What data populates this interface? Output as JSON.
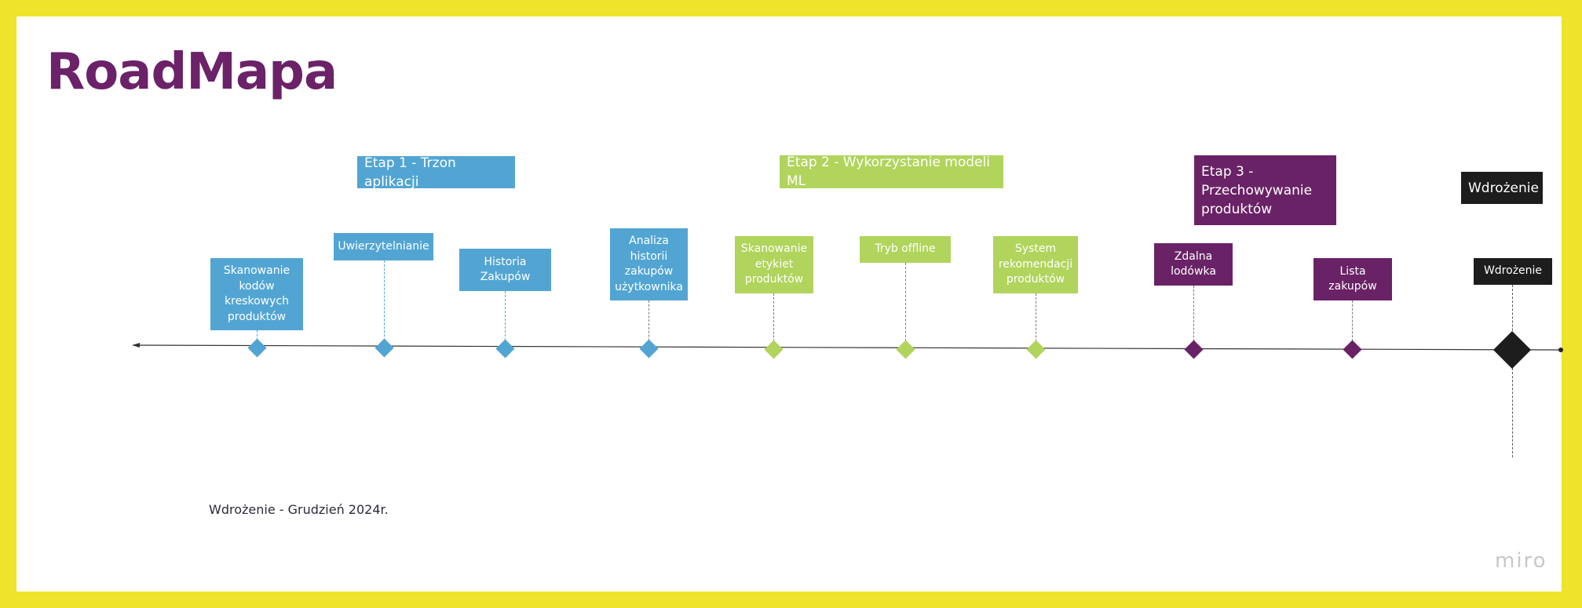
{
  "title": "RoadMapa",
  "phases": [
    {
      "id": "p1",
      "label": "Etap 1 - Trzon aplikacji",
      "color": "#52a5d3"
    },
    {
      "id": "p2",
      "label": "Etap 2 - Wykorzystanie modeli ML",
      "color": "#b1d45c"
    },
    {
      "id": "p3",
      "label": "Etap 3 - Przechowywanie produktów",
      "color": "#6a2266"
    },
    {
      "id": "p4",
      "label": "Wdrożenie",
      "color": "#1d1d1d"
    }
  ],
  "milestones": [
    {
      "label": "Skanowanie kodów kreskowych produktów",
      "phase": "p1"
    },
    {
      "label": "Uwierzytelnianie",
      "phase": "p1"
    },
    {
      "label": "Historia Zakupów",
      "phase": "p1"
    },
    {
      "label": "Analiza historii zakupów użytkownika",
      "phase": "p1"
    },
    {
      "label": "Skanowanie etykiet produktów",
      "phase": "p2"
    },
    {
      "label": "Tryb offline",
      "phase": "p2"
    },
    {
      "label": "System rekomendacji produktów",
      "phase": "p2"
    },
    {
      "label": "Zdalna lodówka",
      "phase": "p3"
    },
    {
      "label": "Lista zakupów",
      "phase": "p3"
    },
    {
      "label": "Wdrożenie",
      "phase": "p4"
    }
  ],
  "footer": "Wdrożenie - Grudzień 2024r.",
  "logo": "miro"
}
